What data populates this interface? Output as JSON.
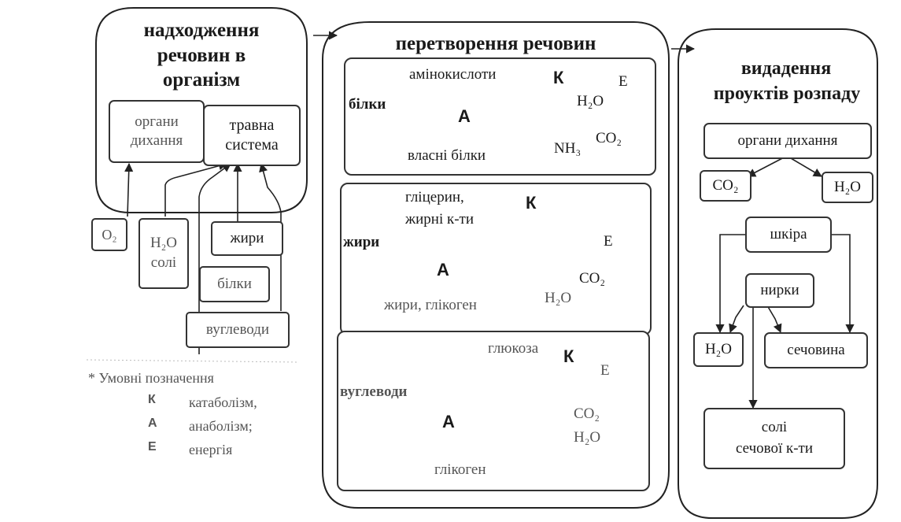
{
  "intake": {
    "title_l1": "надходження",
    "title_l2": "речовин в",
    "title_l3": "організм",
    "resp_l1": "органи",
    "resp_l2": "дихання",
    "digest_l1": "травна",
    "digest_l2": "система",
    "o2": "O₂",
    "h2o_l1": "H₂O",
    "h2o_l2": "солі",
    "fats": "жири",
    "proteins": "білки",
    "carbs": "вуглеводи"
  },
  "legend": {
    "title": "* Умовні позначення",
    "items": [
      {
        "sym": "К",
        "label": "катаболізм,"
      },
      {
        "sym": "А",
        "label": "анаболізм;"
      },
      {
        "sym": "Е",
        "label": "енергія"
      }
    ]
  },
  "transform": {
    "title": "перетворення речовин",
    "proteins": {
      "source": "білки",
      "product": "амінокислоти",
      "k": "К",
      "a": "А",
      "e": "Е",
      "h2o": "H₂O",
      "co2": "CO₂",
      "nh3": "NH₃",
      "result": "власні білки"
    },
    "fats": {
      "source": "жири",
      "product_l1": "гліцерин,",
      "product_l2": "жирні к-ти",
      "k": "К",
      "a": "А",
      "e": "Е",
      "co2": "CO₂",
      "h2o": "H₂O",
      "result": "жири, глікоген"
    },
    "carbs": {
      "source": "вуглеводи",
      "product": "глюкоза",
      "k": "К",
      "a": "А",
      "e": "Е",
      "co2": "CO₂",
      "h2o": "H₂O",
      "result": "глікоген"
    }
  },
  "excretion": {
    "title_l1": "видадення",
    "title_l2": "проуктів розпаду",
    "resp": "органи дихання",
    "co2": "CO₂",
    "h2o": "H₂O",
    "skin": "шкіра",
    "kidneys": "нирки",
    "h2o2": "H₂O",
    "urea": "сечовина",
    "salts_l1": "солі",
    "salts_l2": "сечової к-ти"
  }
}
